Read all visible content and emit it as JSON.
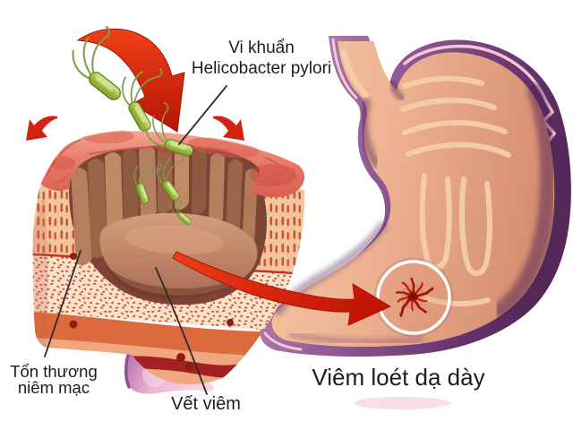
{
  "illustration": {
    "title": "Viêm loét dạ dày",
    "callouts": {
      "bacteria_line1": "Vi khuẩn",
      "bacteria_line2": "Helicobacter pylori",
      "mucosa_line1": "Tổn thương",
      "mucosa_line2": "niêm mạc",
      "inflammation": "Vết viêm"
    },
    "icons": [
      "helicobacter-bacterium-icon",
      "swoosh-arrow-icon",
      "curved-arrow-left-icon",
      "curved-arrow-right-icon",
      "transfer-arrow-icon",
      "ulcer-circle-marker",
      "ulcer-spot-icon"
    ],
    "colors": {
      "background": "#ffffff",
      "label_text": "#1d1d1d",
      "arrow_red": "#d92609",
      "bacterium_green": "#9cbe3c",
      "stomach_purple": "#8a5190",
      "stomach_lining_pink": "#f5c7d3",
      "stomach_interior": "#eeb393",
      "mucosa_surface_pink": "#e2705f",
      "crater_brown": "#a9765a",
      "inflammation_dot_red": "#8c1d12",
      "ulcer_dark_red": "#9e1206"
    }
  }
}
